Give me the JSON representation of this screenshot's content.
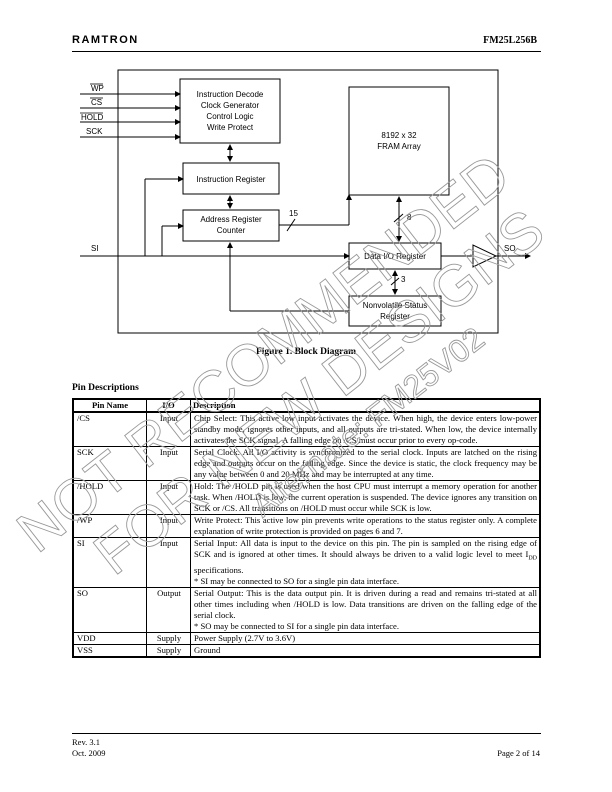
{
  "header": {
    "logo": "RAMTRON",
    "part_number": "FM25L256B"
  },
  "diagram": {
    "inputs": [
      "WP",
      "CS",
      "HOLD",
      "SCK"
    ],
    "si": "SI",
    "so": "SO",
    "control_block": [
      "Instruction Decode",
      "Clock Generator",
      "Control Logic",
      "Write Protect"
    ],
    "instruction_register": "Instruction Register",
    "address_register": [
      "Address Register",
      "Counter"
    ],
    "fram_array": [
      "8192 x 32",
      "FRAM Array"
    ],
    "data_io_register": "Data I/O Register",
    "status_register": [
      "Nonvolatile Status",
      "Register"
    ],
    "bus_widths": {
      "address": "15",
      "data": "8",
      "status": "3"
    }
  },
  "figure_caption": "Figure 1.  Block Diagram",
  "pin_section_title": "Pin Descriptions",
  "pin_table": {
    "headers": [
      "Pin Name",
      "I/O",
      "Description"
    ],
    "rows": [
      {
        "name": "/CS",
        "io": "Input",
        "desc": [
          "Chip Select:  This active low input activates the device. When high, the device enters low-power standby mode, ignores other inputs, and all outputs are tri-stated. When low, the device internally activates the SCK signal. A falling edge on /CS must occur prior to every op-code."
        ]
      },
      {
        "name": "SCK",
        "io": "Input",
        "desc": [
          "Serial Clock: All I/O activity is synchronized to the serial clock. Inputs are latched on the rising edge and outputs occur on the falling edge. Since the device is static, the clock frequency may be any value between 0 and 20 MHz and may be interrupted at any time."
        ]
      },
      {
        "name": "/HOLD",
        "io": "Input",
        "desc": [
          "Hold: The /HOLD pin is used when the host CPU must interrupt a memory operation for another task. When /HOLD is low, the current operation is suspended. The device ignores any transition on SCK or /CS. All transitions on /HOLD must occur while SCK is low."
        ]
      },
      {
        "name": "/WP",
        "io": "Input",
        "desc": [
          "Write Protect:  This active low pin prevents write operations to the status register only. A complete explanation of write protection is provided on pages 6 and 7."
        ]
      },
      {
        "name": "SI",
        "io": "Input",
        "desc": [
          "Serial Input:  All data is input to the device on this pin. The pin is sampled on the rising edge of SCK and is ignored at other times. It should always be driven to a valid logic level to meet I",
          "DD",
          " specifications.",
          "* SI may be connected to SO for a single pin data interface."
        ]
      },
      {
        "name": "SO",
        "io": "Output",
        "desc": [
          "Serial Output:  This is the data output pin. It is driven during a read and remains tri-stated at all other times including when /HOLD is low. Data transitions are driven on the falling edge of the serial clock.",
          "* SO may be connected to SI for a single pin data interface."
        ]
      },
      {
        "name": "VDD",
        "io": "Supply",
        "desc": [
          "Power Supply (2.7V to 3.6V)"
        ]
      },
      {
        "name": "VSS",
        "io": "Supply",
        "desc": [
          "Ground"
        ]
      }
    ]
  },
  "footer": {
    "rev": "Rev. 3.1",
    "date": "Oct. 2009",
    "page": "Page 2 of 14"
  },
  "watermark": {
    "line1": "NOT RECOMMENDED",
    "line2": "FOR NEW DESIGNS",
    "line3": "Alternate: FM25V02"
  }
}
